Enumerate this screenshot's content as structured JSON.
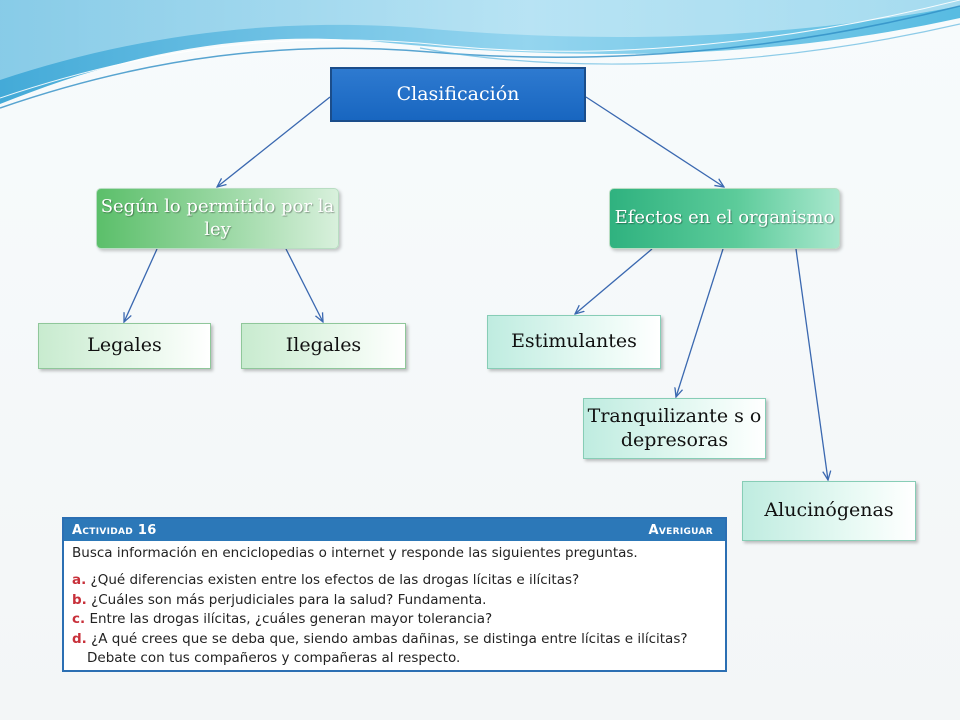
{
  "diagram": {
    "root": "Clasificación",
    "branches": [
      {
        "label": "Según lo permitido por la ley",
        "children": [
          "Legales",
          "Ilegales"
        ]
      },
      {
        "label": "Efectos en el organismo",
        "children": [
          "Estimulantes",
          "Tranquilizante s o depresoras",
          "Alucinógenas"
        ]
      }
    ]
  },
  "activity": {
    "title": "Actividad 16",
    "tag": "Averiguar",
    "intro": "Busca información en enciclopedias o internet y responde las siguientes preguntas.",
    "questions": [
      {
        "letter": "a.",
        "text": "¿Qué diferencias existen entre los efectos de las drogas lícitas e ilícitas?"
      },
      {
        "letter": "b.",
        "text": "¿Cuáles son más perjudiciales para la salud? Fundamenta."
      },
      {
        "letter": "c.",
        "text": "Entre las drogas ilícitas, ¿cuáles generan mayor tolerancia?"
      },
      {
        "letter": "d.",
        "text": "¿A qué crees que se deba que, siendo ambas dañinas, se distinga entre lícitas e ilícitas?"
      }
    ],
    "continuation": "Debate con tus compañeros y compañeras al respecto."
  },
  "colors": {
    "root_fill": "#1866c0",
    "branch_left": "#5bbf6a",
    "branch_right": "#2fb27f",
    "connector": "#3a68b0",
    "activity_header": "#2c78b8",
    "question_letter": "#c8303a"
  }
}
